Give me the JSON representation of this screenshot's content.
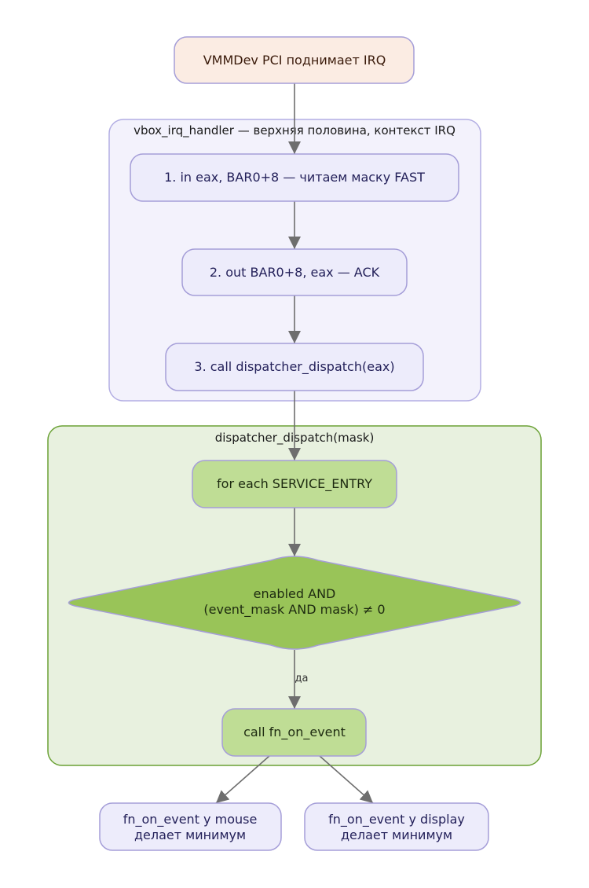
{
  "colors": {
    "background": "#ffffff",
    "edge": "#6e6e6e",
    "node_border": "#a59ed8",
    "start_fill": "#fbece3",
    "start_text": "#3a1a0a",
    "cluster1_fill": "#f3f2fc",
    "cluster1_border": "#b3aee3",
    "node_fill_lavender": "#edecfb",
    "node_text_dark_blue": "#24215a",
    "cluster2_fill": "#e8f1df",
    "cluster2_border": "#6aa135",
    "node_fill_green_light": "#bfdd95",
    "node_fill_green": "#99c458",
    "node_text_dark": "#1d2a10"
  },
  "nodes": {
    "start": {
      "label": "VMMDev PCI поднимает IRQ"
    },
    "step1": {
      "label": "1. in eax, BAR0+8 — читаем маску FAST"
    },
    "step2": {
      "label": "2. out BAR0+8, eax — ACK"
    },
    "step3": {
      "label": "3. call dispatcher_dispatch(eax)"
    },
    "foreach": {
      "label": "for each SERVICE_ENTRY"
    },
    "decision": {
      "line1": "enabled AND",
      "line2": "(event_mask AND mask) ≠ 0"
    },
    "call_fn": {
      "label": "call fn_on_event"
    },
    "mouse": {
      "line1": "fn_on_event у mouse",
      "line2": "делает минимум"
    },
    "display": {
      "line1": "fn_on_event у display",
      "line2": "делает минимум"
    }
  },
  "clusters": {
    "irq_handler": {
      "title": "vbox_irq_handler — верхняя половина, контекст IRQ"
    },
    "dispatcher": {
      "title": "dispatcher_dispatch(mask)"
    }
  },
  "edges": {
    "decision_to_call": {
      "label": "да"
    }
  }
}
